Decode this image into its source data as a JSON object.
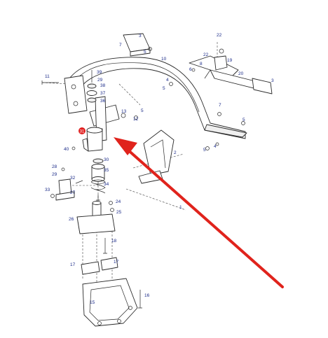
{
  "highlight_color": "#e0231c",
  "callout_color": "#1a2a88",
  "highlighted_callout": {
    "text": "31",
    "color": "#e02020"
  },
  "callouts": [
    {
      "id": "c3a",
      "text": "3"
    },
    {
      "id": "c7a",
      "text": "7"
    },
    {
      "id": "c5a",
      "text": "5"
    },
    {
      "id": "c10",
      "text": "10"
    },
    {
      "id": "c22",
      "text": "22"
    },
    {
      "id": "c22b",
      "text": "22"
    },
    {
      "id": "c19",
      "text": "19"
    },
    {
      "id": "c8",
      "text": "8"
    },
    {
      "id": "c6",
      "text": "6"
    },
    {
      "id": "c4a",
      "text": "4"
    },
    {
      "id": "c5b",
      "text": "5"
    },
    {
      "id": "c20",
      "text": "20"
    },
    {
      "id": "c3b",
      "text": "3"
    },
    {
      "id": "c11",
      "text": "11"
    },
    {
      "id": "c39",
      "text": "39"
    },
    {
      "id": "c29a",
      "text": "29"
    },
    {
      "id": "c38",
      "text": "38"
    },
    {
      "id": "c37",
      "text": "37"
    },
    {
      "id": "c36",
      "text": "36"
    },
    {
      "id": "c13",
      "text": "13"
    },
    {
      "id": "c5c",
      "text": "5"
    },
    {
      "id": "c12",
      "text": "12"
    },
    {
      "id": "c7b",
      "text": "7"
    },
    {
      "id": "c5d",
      "text": "5"
    },
    {
      "id": "c4b",
      "text": "4"
    },
    {
      "id": "c5e",
      "text": "5"
    },
    {
      "id": "c40",
      "text": "40"
    },
    {
      "id": "c2",
      "text": "2"
    },
    {
      "id": "c30",
      "text": "30"
    },
    {
      "id": "c35",
      "text": "35"
    },
    {
      "id": "c34",
      "text": "34"
    },
    {
      "id": "c28",
      "text": "28"
    },
    {
      "id": "c29b",
      "text": "29"
    },
    {
      "id": "c32",
      "text": "32"
    },
    {
      "id": "c27",
      "text": "27"
    },
    {
      "id": "c33",
      "text": "33"
    },
    {
      "id": "c24",
      "text": "24"
    },
    {
      "id": "c25",
      "text": "25"
    },
    {
      "id": "c1",
      "text": "1"
    },
    {
      "id": "c26",
      "text": "26"
    },
    {
      "id": "c18",
      "text": "18"
    },
    {
      "id": "c17a",
      "text": "17"
    },
    {
      "id": "c17b",
      "text": "17"
    },
    {
      "id": "c16",
      "text": "16"
    },
    {
      "id": "c15",
      "text": "15"
    }
  ]
}
